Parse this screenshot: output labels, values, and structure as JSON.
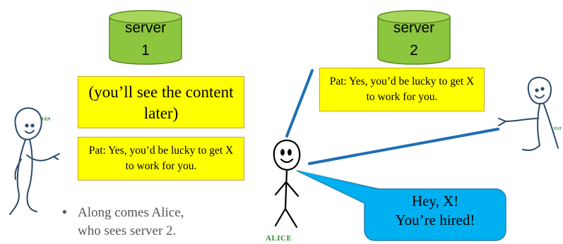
{
  "servers": [
    {
      "line1": "server",
      "line2": "1"
    },
    {
      "line1": "server",
      "line2": "2"
    }
  ],
  "notes": {
    "placeholder": "(you’ll see the content later)",
    "message_server1": "Pat: Yes, you’d be lucky to get X to work for you.",
    "message_server2": "Pat: Yes, you’d be lucky to get X to work for you."
  },
  "people": {
    "jan": "JAN",
    "pat": "PAT",
    "alice": "ALICE"
  },
  "speech_bubble": {
    "line1": "Hey, X!",
    "line2": "You’re hired!"
  },
  "bullet": {
    "line1": "Along comes Alice,",
    "line2": "who sees server 2."
  },
  "colors": {
    "server_fill": "#8cc63f",
    "note_fill": "#ffff00",
    "bubble_fill": "#00b0f0",
    "connector": "#1f6fb5",
    "figure_stroke": "#2a4a6a",
    "label_green": "#2e8b2e"
  }
}
